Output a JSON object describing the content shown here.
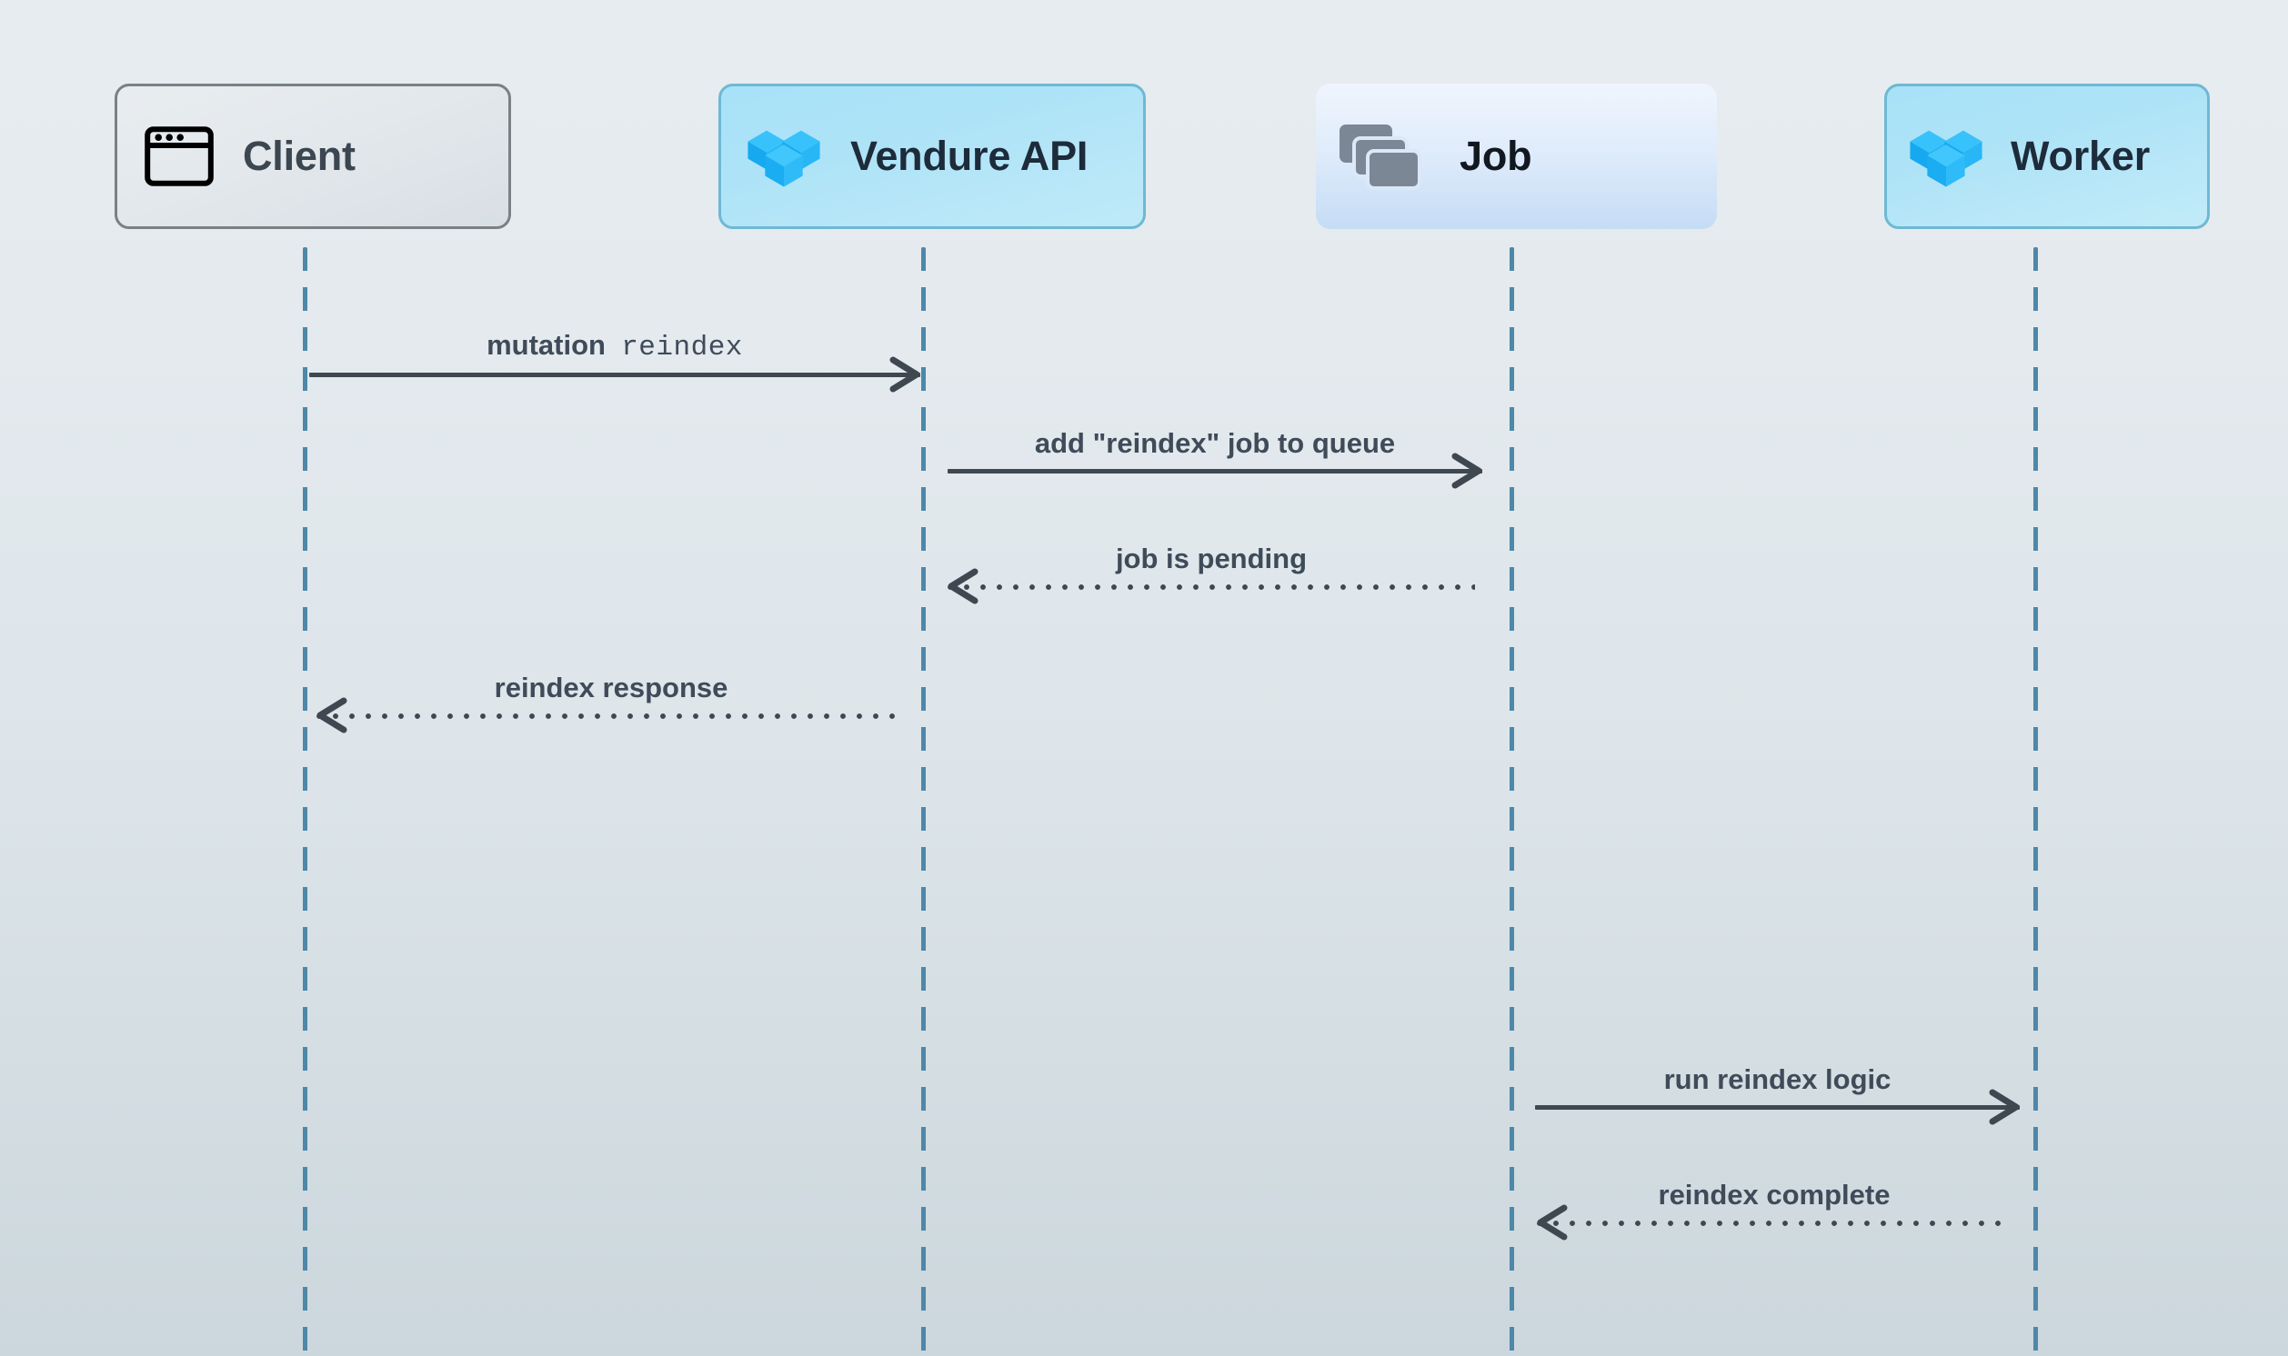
{
  "diagram": {
    "type": "sequence-diagram",
    "title": "",
    "background_color": "#e4eaee",
    "lifeline_color": "#4d88a8",
    "arrow_color": "#3f4850",
    "label_color": "#3f4b59",
    "participants": [
      {
        "id": "client",
        "label": "Client",
        "icon": "browser-window-icon",
        "accent": "#7b8084"
      },
      {
        "id": "vendure",
        "label": "Vendure API",
        "icon": "vendure-cubes-icon",
        "accent": "#6fb8d4"
      },
      {
        "id": "job",
        "label": "Job",
        "icon": "stacked-cards-icon",
        "accent": "#7f8a99"
      },
      {
        "id": "worker",
        "label": "Worker",
        "icon": "vendure-cubes-icon",
        "accent": "#6fb8d4"
      }
    ],
    "messages": [
      {
        "id": "m1",
        "from": "client",
        "to": "vendure",
        "label": "mutation",
        "code": "reindex",
        "style": "solid",
        "direction": "right"
      },
      {
        "id": "m2",
        "from": "vendure",
        "to": "job",
        "label": "add \"reindex\" job to queue",
        "code": "",
        "style": "solid",
        "direction": "right"
      },
      {
        "id": "m3",
        "from": "job",
        "to": "vendure",
        "label": "job is pending",
        "code": "",
        "style": "dotted",
        "direction": "left"
      },
      {
        "id": "m4",
        "from": "vendure",
        "to": "client",
        "label": "reindex response",
        "code": "",
        "style": "dotted",
        "direction": "left"
      },
      {
        "id": "m5",
        "from": "job",
        "to": "worker",
        "label": "run reindex logic",
        "code": "",
        "style": "solid",
        "direction": "right"
      },
      {
        "id": "m6",
        "from": "worker",
        "to": "job",
        "label": "reindex complete",
        "code": "",
        "style": "dotted",
        "direction": "left"
      }
    ]
  }
}
